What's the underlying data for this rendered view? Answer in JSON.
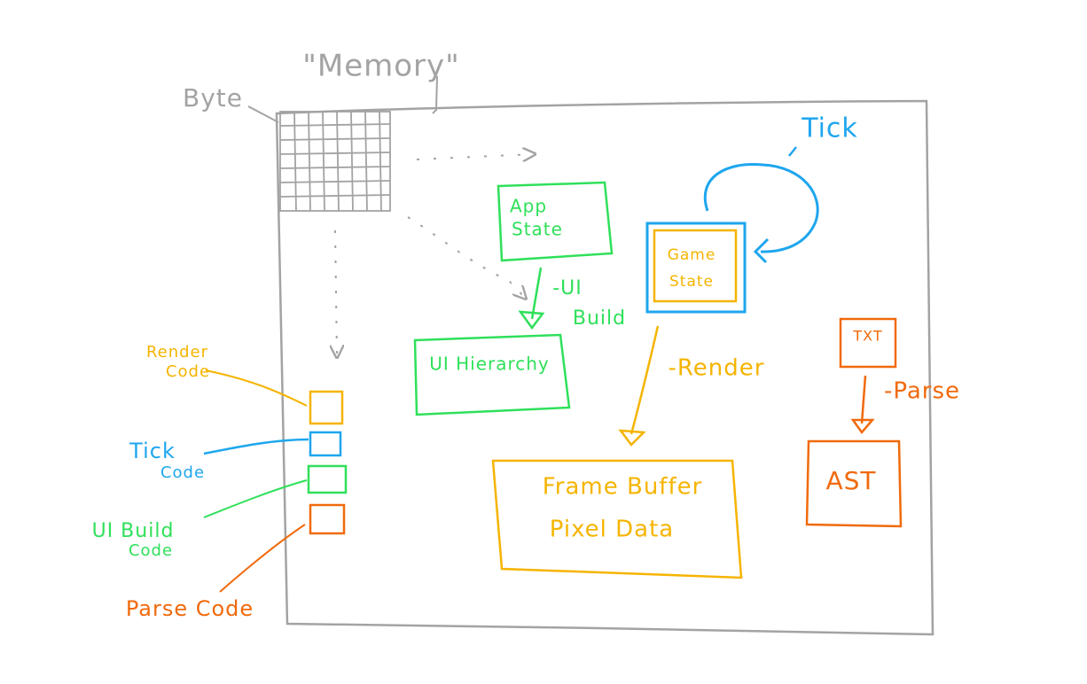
{
  "title": "\"Memory\"",
  "colors": {
    "gray": "#a3a3a3",
    "green": "#2fe05a",
    "blue": "#1ea6ee",
    "yellow": "#f5b400",
    "orange": "#f06a0c"
  },
  "labels": {
    "byte": "Byte",
    "tick": "Tick",
    "app_state_1": "App",
    "app_state_2": "State",
    "game_state_1": "Game",
    "game_state_2": "State",
    "ui_build_edge_1": "-UI",
    "ui_build_edge_2": "Build",
    "ui_hierarchy": "UI Hierarchy",
    "render_edge": "-Render",
    "framebuffer_1": "Frame Buffer",
    "framebuffer_2": "Pixel Data",
    "txt": "TXT",
    "parse_edge": "-Parse",
    "ast": "AST"
  },
  "legend": {
    "render_code_1": "Render",
    "render_code_2": "Code",
    "tick_code_1": "Tick",
    "tick_code_2": "Code",
    "ui_build_code_1": "UI Build",
    "ui_build_code_2": "Code",
    "parse_code": "Parse Code"
  }
}
